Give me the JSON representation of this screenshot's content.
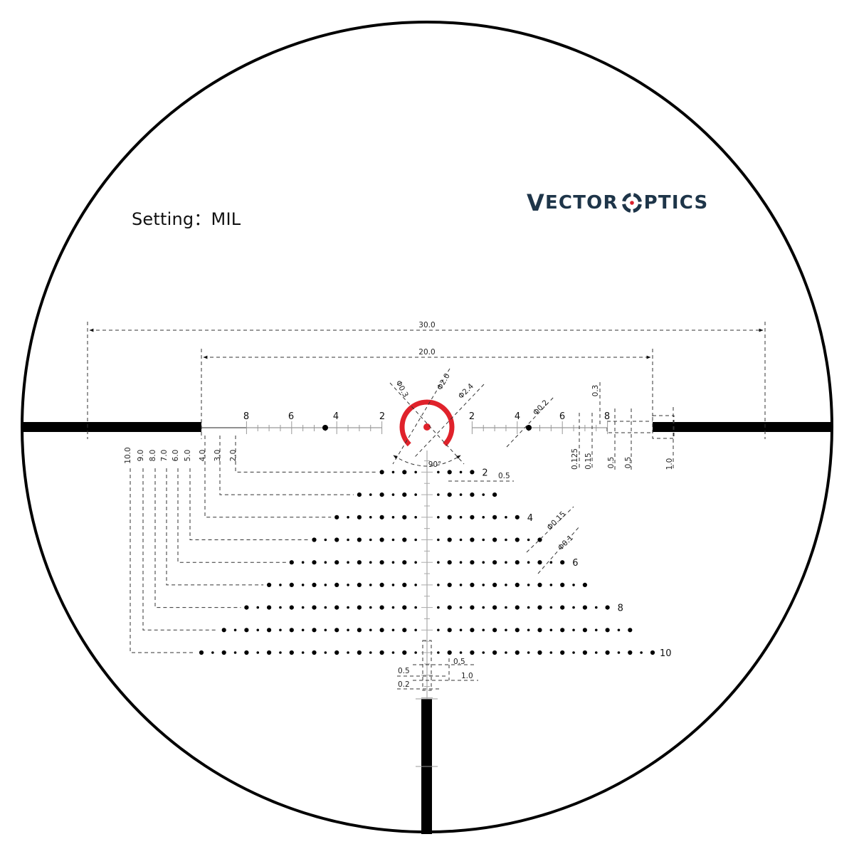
{
  "header": {
    "setting_label": "Setting：",
    "setting_value": "MIL"
  },
  "logo": {
    "word1_cap": "V",
    "word1_rest": "ECTOR",
    "word2_cap": "O",
    "word2_rest": "PTICS",
    "colors": {
      "text": "#1e3549",
      "dot": "#d9202b"
    }
  },
  "reticle": {
    "unit": "MIL",
    "colors": {
      "lines": "#000000",
      "scale_lines": "#999999",
      "aim_ring": "#e0222b"
    },
    "overall_dimensions": {
      "outer_span": "30.0",
      "inner_span": "20.0"
    },
    "horizontal_scale": {
      "left_labels": [
        "8",
        "6",
        "4",
        "2"
      ],
      "right_labels": [
        "2",
        "4",
        "6",
        "8"
      ]
    },
    "holdover_labels": [
      "10.0",
      "9.0",
      "8.0",
      "7.0",
      "6.0",
      "5.0",
      "4.0",
      "3.0",
      "2.0"
    ],
    "dot_rows": [
      {
        "row_mil": 2,
        "extent_mil": 2,
        "label": "2"
      },
      {
        "row_mil": 3,
        "extent_mil": 3,
        "label": ""
      },
      {
        "row_mil": 4,
        "extent_mil": 4,
        "label": "4"
      },
      {
        "row_mil": 5,
        "extent_mil": 5,
        "label": ""
      },
      {
        "row_mil": 6,
        "extent_mil": 6,
        "label": "6"
      },
      {
        "row_mil": 7,
        "extent_mil": 7,
        "label": ""
      },
      {
        "row_mil": 8,
        "extent_mil": 8,
        "label": "8"
      },
      {
        "row_mil": 9,
        "extent_mil": 9,
        "label": ""
      },
      {
        "row_mil": 10,
        "extent_mil": 10,
        "label": "10"
      }
    ],
    "center_dimensions": {
      "center_dot": "Φ0.3",
      "ring_inner": "Φ2.0",
      "ring_outer": "Φ2.4",
      "ring_gap_angle": "90°"
    },
    "dot_dimensions": {
      "scale_dot": "Φ0.2",
      "large_dot": "Φ0.15",
      "small_dot": "Φ0.1"
    },
    "row_spacing_label": "0.5",
    "thickness_labels": {
      "top_step": "0.3",
      "fine_line": "0.125",
      "scale_line": "0.15",
      "step_a": "0.5",
      "step_b": "0.5",
      "thick_bar": "1.0"
    },
    "bottom_labels": {
      "tick_spacing": "0.5",
      "line_width": "0.5",
      "post_width": "1.0",
      "gap": "0.2"
    }
  }
}
